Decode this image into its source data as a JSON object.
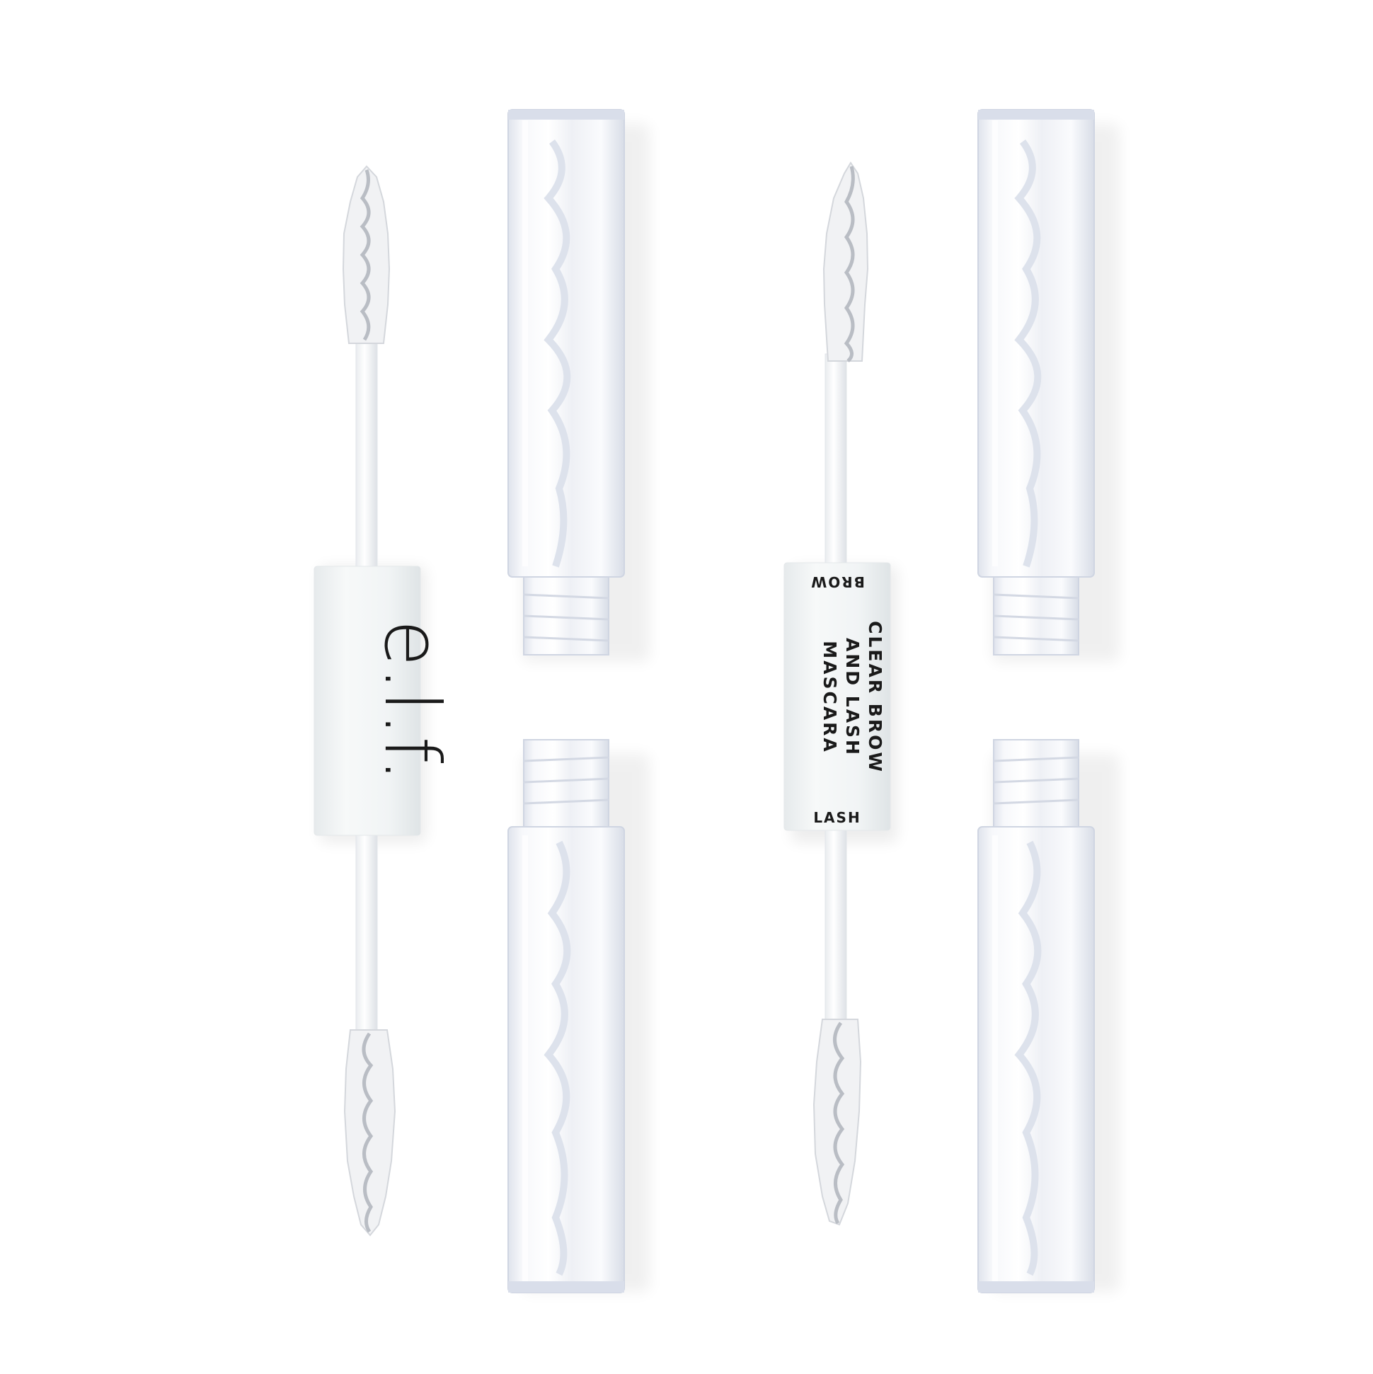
{
  "product": {
    "brand_logo": "e.l.f.",
    "name_line_1": "CLEAR BROW",
    "name_line_2": "AND LASH",
    "name_line_3": "MASCARA",
    "end_label_top": "BROW",
    "end_label_bottom": "LASH"
  },
  "colors": {
    "background": "#ffffff",
    "label": "#f3f5f6",
    "text": "#1a1a1a"
  }
}
